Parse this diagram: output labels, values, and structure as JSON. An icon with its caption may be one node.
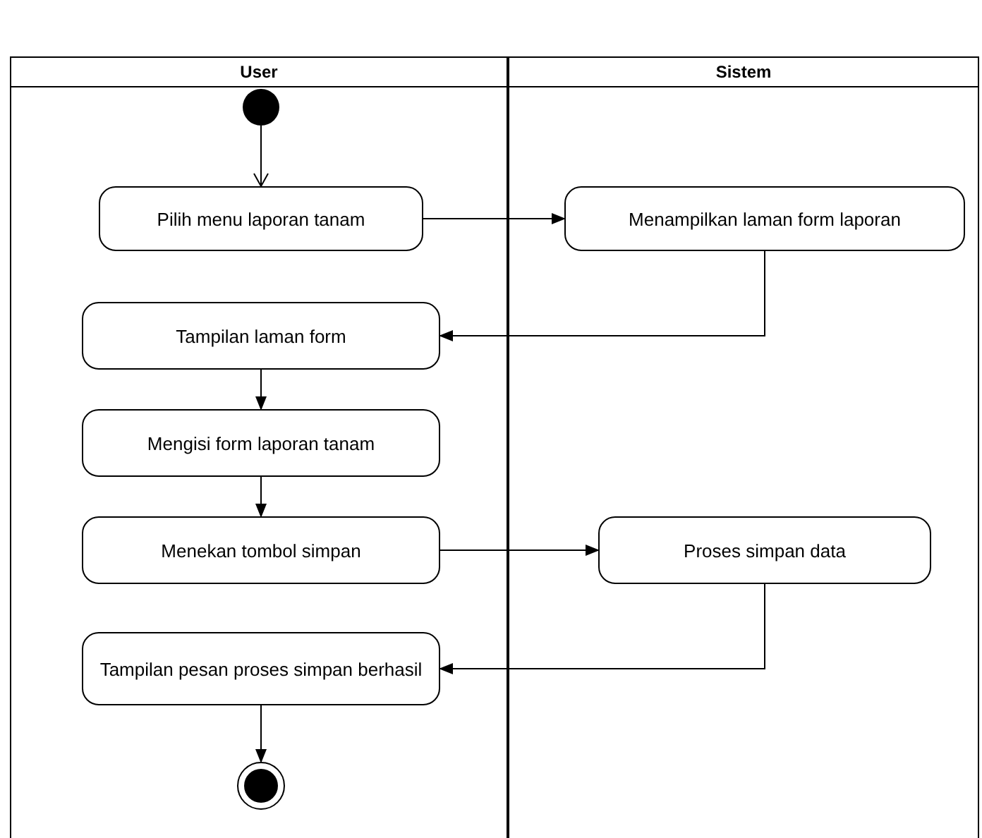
{
  "diagram": {
    "nodes": [
      {
        "text": [
          "User"
        ]
      },
      {
        "text": [
          "Sistem"
        ]
      },
      {
        "text": [],
        "shape": "circle",
        "in": 0
      },
      {
        "text": [
          "Pilih menu laporan tanam"
        ],
        "in": 0
      },
      {
        "text": [
          "Menampilkan laman form laporan"
        ],
        "in": 1
      },
      {
        "text": [
          "Tampilan laman form"
        ],
        "in": 0
      },
      {
        "text": [
          "Mengisi form laporan tanam"
        ],
        "in": 0
      },
      {
        "text": [
          "Menekan tombol simpan"
        ],
        "in": 0
      },
      {
        "text": [
          "Proses simpan data"
        ],
        "in": 1
      },
      {
        "text": [
          "Tampilan pesan proses simpan berhasil"
        ],
        "in": 0
      },
      {
        "text": [],
        "shape": "circle",
        "in": 0
      }
    ],
    "edges": [
      {
        "from": 2,
        "to": 3,
        "arrow": "to"
      },
      {
        "from": 3,
        "to": 4,
        "arrow": "to"
      },
      {
        "from": 4,
        "to": 5,
        "arrow": "to"
      },
      {
        "from": 5,
        "to": 6,
        "arrow": "to"
      },
      {
        "from": 6,
        "to": 7,
        "arrow": "to"
      },
      {
        "from": 7,
        "to": 8,
        "arrow": "to"
      },
      {
        "from": 8,
        "to": 9,
        "arrow": "to"
      },
      {
        "from": 9,
        "to": 10,
        "arrow": "to"
      }
    ]
  }
}
